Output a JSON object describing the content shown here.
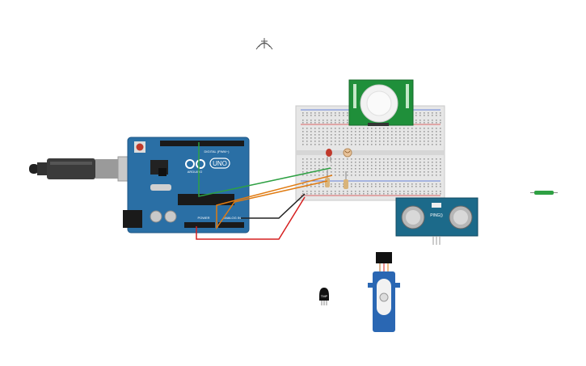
{
  "colors": {
    "background": "#ffffff",
    "arduino_board": "#2a6fa5",
    "breadboard": "#e6e6e6",
    "breadboard_red_rail": "#d43a3a",
    "breadboard_blue_rail": "#3a5fd4",
    "pir_board": "#1f8f3a",
    "ultrasonic_board": "#1c6a8a",
    "servo_body": "#2a67b3",
    "wire_green": "#2ea043",
    "wire_orange": "#e07b12",
    "wire_black": "#222222",
    "wire_red": "#d62020",
    "led": "#c0392b"
  },
  "arduino": {
    "logo_text": "UNO",
    "brand_text": "ARDUINO",
    "digital_label": "DIGITAL (PWM~)",
    "power_label": "POWER",
    "analog_label": "ANALOG IN"
  },
  "ultrasonic": {
    "label": "PING))"
  },
  "sensor_tmp": {
    "label": "TMP"
  },
  "components": [
    "usb-cable",
    "arduino-uno",
    "breadboard",
    "pir-sensor",
    "led",
    "photoresistor",
    "resistor",
    "ultrasonic-sensor",
    "servo-motor",
    "temperature-sensor",
    "antenna-icon",
    "floating-component"
  ]
}
